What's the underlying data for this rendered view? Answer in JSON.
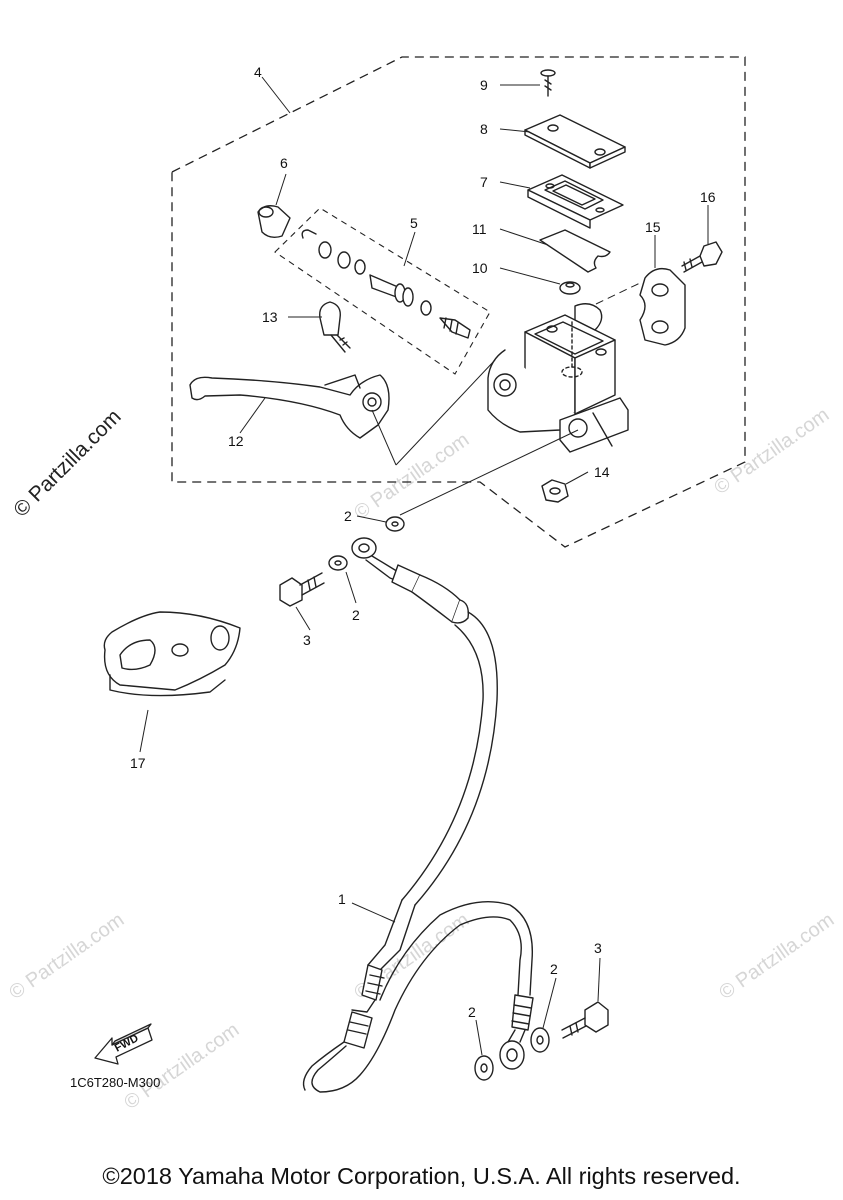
{
  "callouts": {
    "c1": "1",
    "c2a": "2",
    "c2b": "2",
    "c2c": "2",
    "c2d": "2",
    "c3a": "3",
    "c3b": "3",
    "c4": "4",
    "c5": "5",
    "c6": "6",
    "c7": "7",
    "c8": "8",
    "c9": "9",
    "c10": "10",
    "c11": "11",
    "c12": "12",
    "c13": "13",
    "c14": "14",
    "c15": "15",
    "c16": "16",
    "c17": "17"
  },
  "fwd_label": "FWD",
  "diagram_code": "1C6T280-M300",
  "watermark": "© Partzilla.com",
  "copyright": "©2018 Yamaha Motor Corporation, U.S.A. All rights reserved."
}
